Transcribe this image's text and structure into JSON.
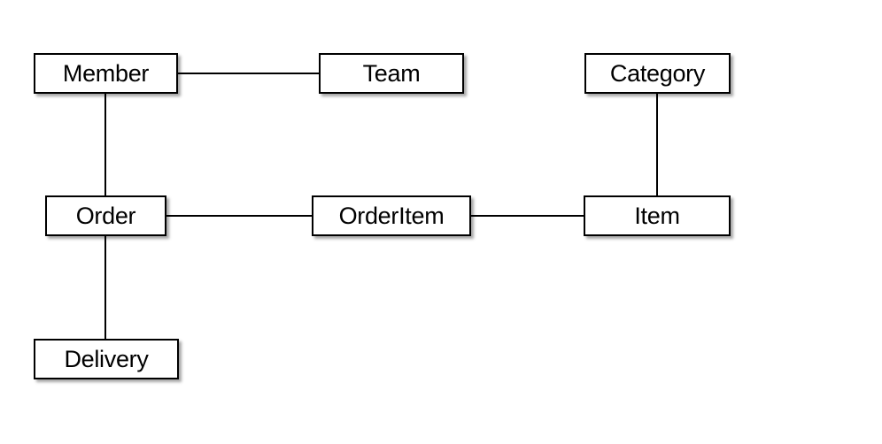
{
  "diagram": {
    "entities": {
      "member": "Member",
      "team": "Team",
      "category": "Category",
      "order": "Order",
      "orderitem": "OrderItem",
      "item": "Item",
      "delivery": "Delivery"
    },
    "relationships": [
      {
        "from": "Member",
        "to": "Team"
      },
      {
        "from": "Member",
        "to": "Order"
      },
      {
        "from": "Order",
        "to": "OrderItem"
      },
      {
        "from": "OrderItem",
        "to": "Item"
      },
      {
        "from": "Category",
        "to": "Item"
      },
      {
        "from": "Order",
        "to": "Delivery"
      }
    ],
    "colors": {
      "box_border": "#000000",
      "box_fill": "#ffffff",
      "line": "#000000"
    }
  }
}
